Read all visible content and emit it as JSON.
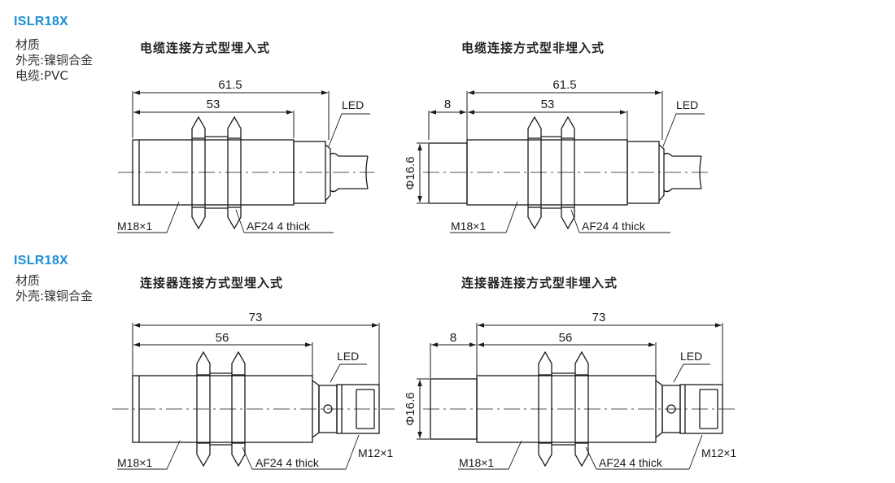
{
  "sections": [
    {
      "model": "ISLR18X",
      "materials": [
        "材质",
        "外壳:镍铜合金",
        "电缆:PVC"
      ],
      "views": [
        {
          "caption": "电缆连接方式型埋入式",
          "total_length": "61.5",
          "body_length": "53",
          "led": "LED",
          "thread": "M18×1",
          "nut": "AF24 4 thick"
        },
        {
          "caption": "电缆连接方式型非埋入式",
          "total_length": "61.5",
          "body_length": "53",
          "extension": "8",
          "diameter": "Φ16.6",
          "led": "LED",
          "thread": "M18×1",
          "nut": "AF24 4 thick"
        }
      ]
    },
    {
      "model": "ISLR18X",
      "materials": [
        "材质",
        "外壳:镍铜合金"
      ],
      "views": [
        {
          "caption": "连接器连接方式型埋入式",
          "total_length": "73",
          "body_length": "56",
          "led": "LED",
          "thread": "M18×1",
          "nut": "AF24 4 thick",
          "connector": "M12×1"
        },
        {
          "caption": "连接器连接方式型非埋入式",
          "total_length": "73",
          "body_length": "56",
          "extension": "8",
          "diameter": "Φ16.6",
          "led": "LED",
          "thread": "M18×1",
          "nut": "AF24 4 thick",
          "connector": "M12×1"
        }
      ]
    }
  ]
}
